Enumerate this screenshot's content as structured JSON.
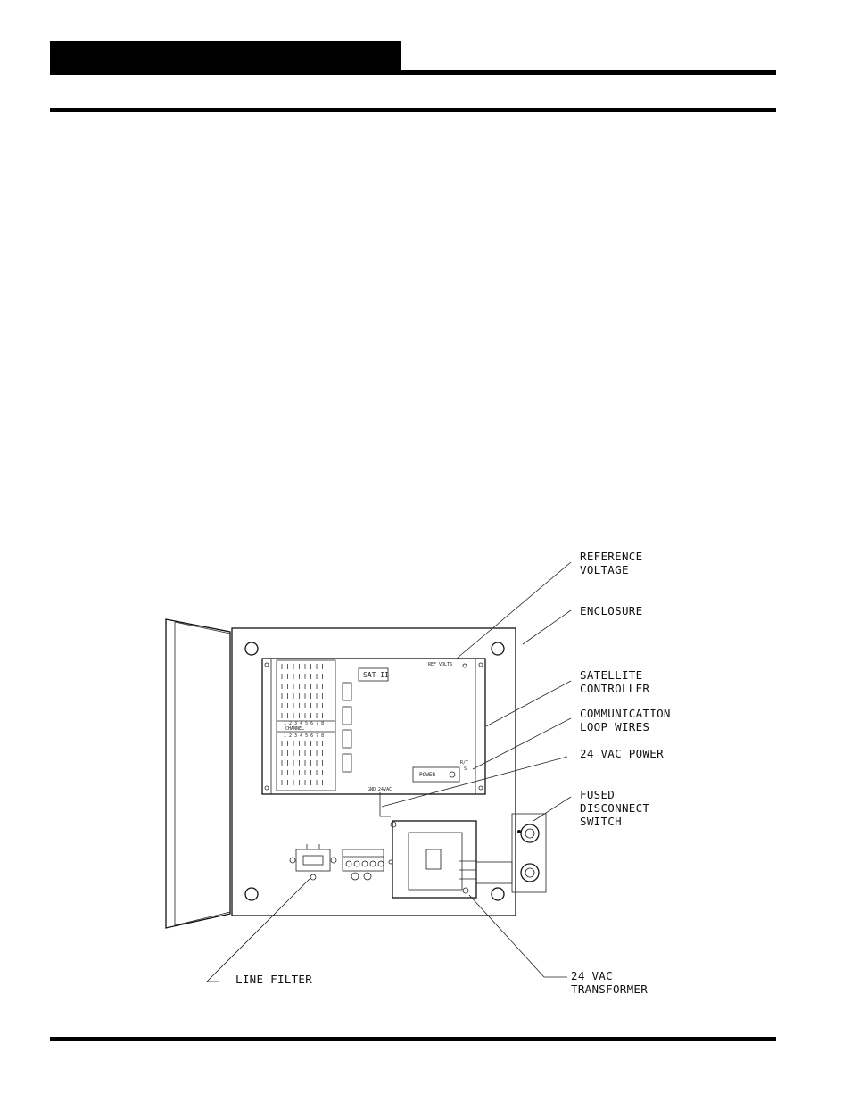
{
  "callouts": {
    "reference_voltage": [
      "REFERENCE",
      "VOLTAGE"
    ],
    "enclosure": [
      "ENCLOSURE"
    ],
    "satellite_controller": [
      "SATELLITE",
      "CONTROLLER"
    ],
    "communication_loop_wires": [
      "COMMUNICATION",
      "LOOP WIRES"
    ],
    "vac_power": [
      "24 VAC POWER"
    ],
    "fused_disconnect_switch": [
      "FUSED",
      "DISCONNECT",
      "SWITCH"
    ],
    "line_filter": [
      "LINE FILTER"
    ],
    "vac_transformer": [
      "24 VAC",
      "TRANSFORMER"
    ]
  },
  "board_labels": {
    "sat": "SAT II",
    "power": "POWER",
    "ref_volts": "REF VOLTS",
    "channel": "CHANNEL",
    "channel_numbers": "1 2 3 4 5 6 7 8",
    "bottom_terminal": "GND 24VAC",
    "loop_terminal_top": "R/T",
    "loop_terminal_bottom": "S"
  }
}
